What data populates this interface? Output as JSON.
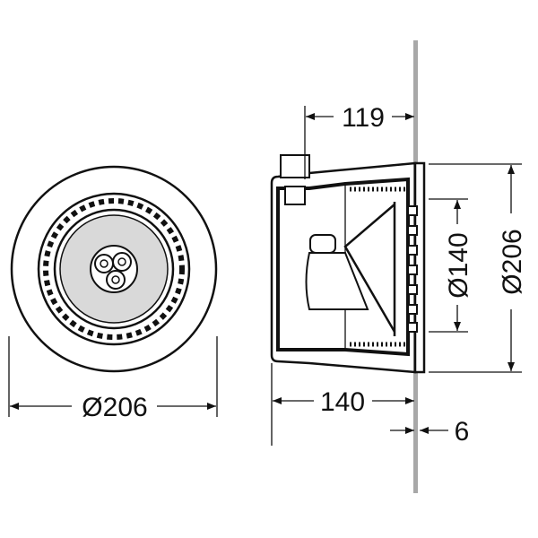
{
  "front_view": {
    "diameter_label": "Ø206"
  },
  "side_view": {
    "depth_top_label": "119",
    "depth_bottom_label": "140",
    "flange_label": "6",
    "opening_diameter_label": "Ø140",
    "outer_diameter_label": "Ø206"
  },
  "colors": {
    "wall": "#a8a8a8",
    "lens": "#d9d9d9",
    "line": "#111111"
  }
}
